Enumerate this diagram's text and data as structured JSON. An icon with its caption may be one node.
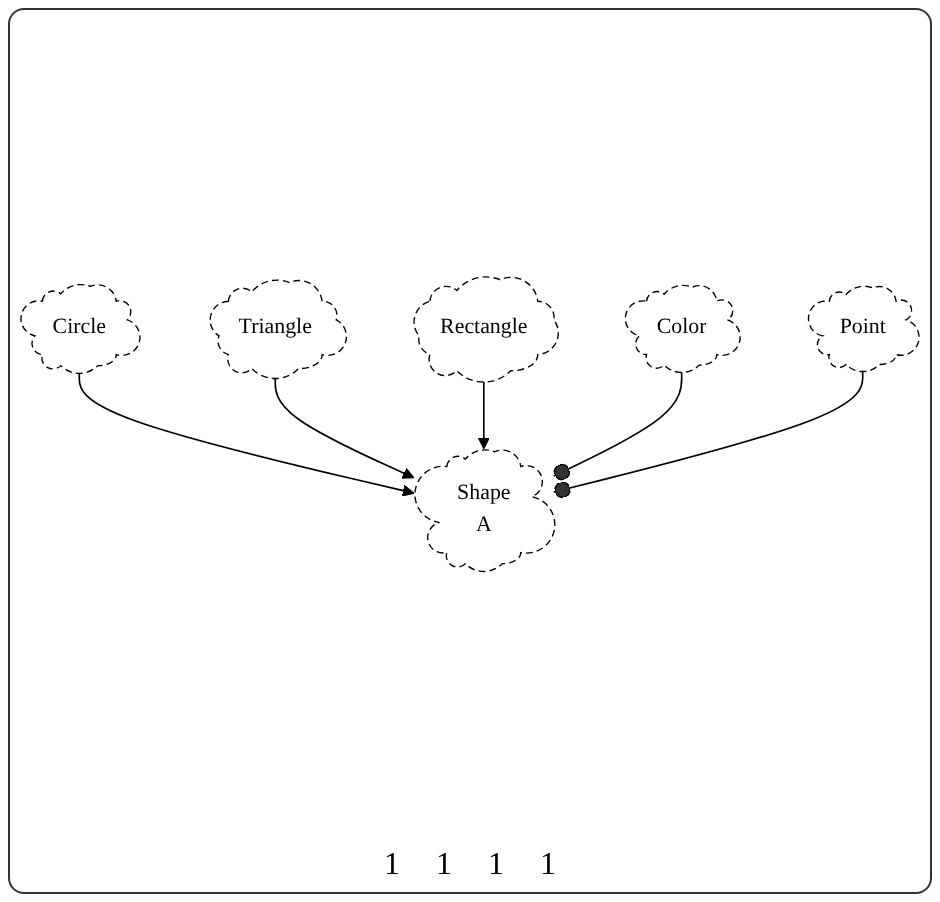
{
  "diagram": {
    "nodes": [
      {
        "text": [
          "Circle"
        ]
      },
      {
        "text": [
          "Triangle"
        ]
      },
      {
        "text": [
          "Rectangle"
        ]
      },
      {
        "text": [
          "Color"
        ]
      },
      {
        "text": [
          "Shape",
          "A"
        ]
      },
      {
        "text": [
          "Point"
        ]
      }
    ],
    "edges": [
      {
        "from": 0,
        "to": 4,
        "arrow": "to"
      },
      {
        "from": 1,
        "to": 4,
        "arrow": "to"
      },
      {
        "from": 2,
        "to": 4,
        "arrow": "to"
      },
      {
        "from": 3,
        "to": 4,
        "arrow": "other"
      },
      {
        "from": 5,
        "to": 4,
        "arrow": "other"
      }
    ],
    "labels": [
      "1",
      "1",
      "1",
      "1"
    ]
  }
}
